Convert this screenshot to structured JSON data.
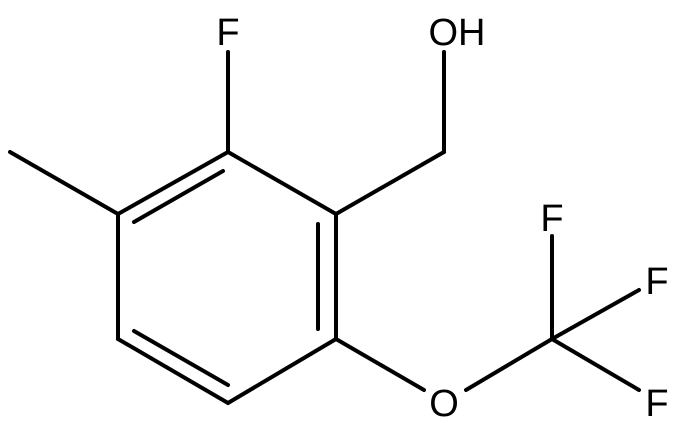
{
  "molecule": {
    "atoms": {
      "fluorine_ring": "F",
      "hydroxyl": "OH",
      "ether_oxygen": "O",
      "cf3_fluorine_top": "F",
      "cf3_fluorine_right": "F",
      "cf3_fluorine_bottom": "F"
    }
  },
  "colors": {
    "bond": "#000000",
    "text": "#000000",
    "background": "#ffffff"
  }
}
